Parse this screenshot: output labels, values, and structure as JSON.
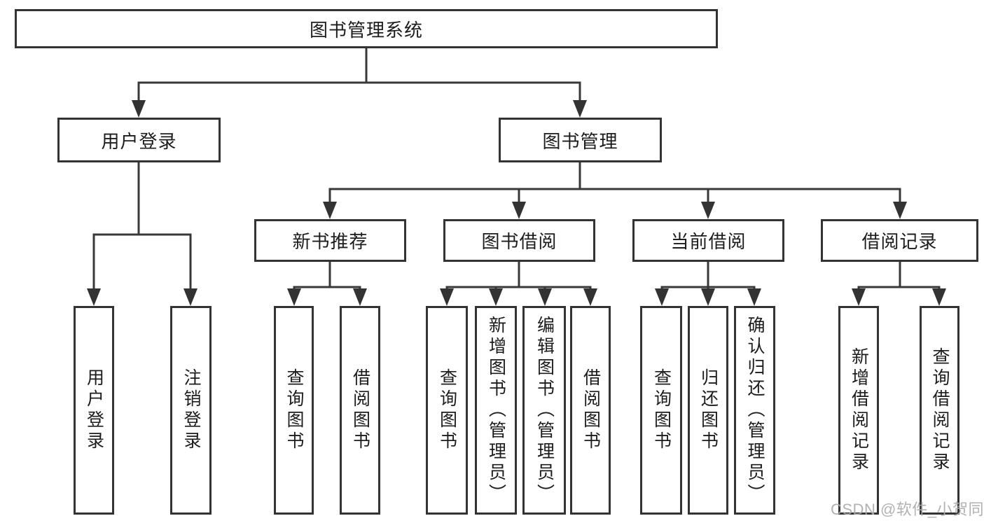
{
  "diagram": {
    "title": "图书管理系统",
    "user_branch": {
      "label": "用户登录",
      "children": [
        "用户登录",
        "注销登录"
      ]
    },
    "mgmt_branch": {
      "label": "图书管理",
      "sections": [
        {
          "label": "新书推荐",
          "children": [
            "查询图书",
            "借阅图书"
          ]
        },
        {
          "label": "图书借阅",
          "children": [
            "查询图书",
            "新增图书（管理员）",
            "编辑图书（管理员）",
            "借阅图书"
          ]
        },
        {
          "label": "当前借阅",
          "children": [
            "查询图书",
            "归还图书",
            "确认归还（管理员）"
          ]
        },
        {
          "label": "借阅记录",
          "children": [
            "新增借阅记录",
            "查询借阅记录"
          ]
        }
      ]
    }
  },
  "watermark": "CSDN @软件_小贺同学",
  "colors": {
    "line": "#383838",
    "border": "#333333",
    "text": "#1c1c1c",
    "watermark": "#aaaaaa",
    "background": "#ffffff"
  }
}
